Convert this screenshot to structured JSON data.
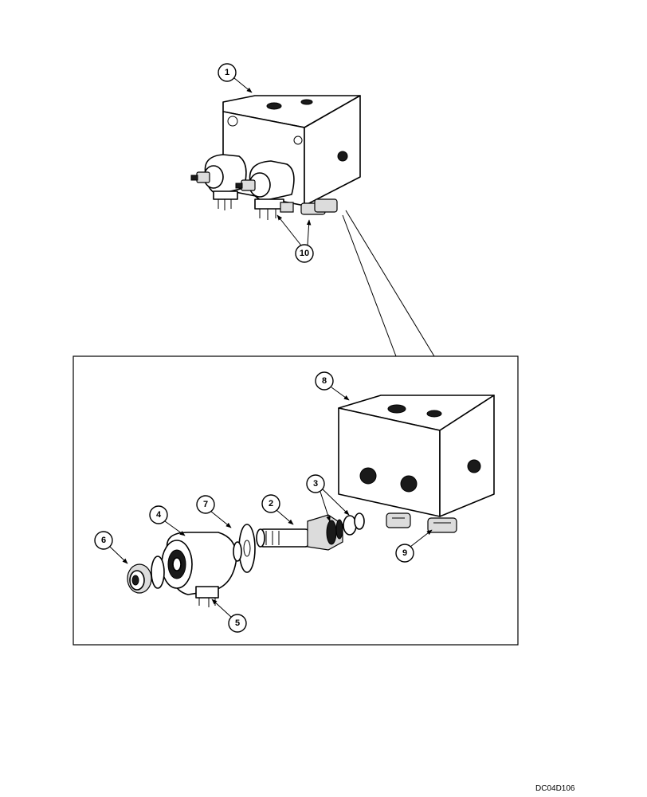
{
  "callouts": {
    "c1": "1",
    "c2": "2",
    "c3": "3",
    "c4": "4",
    "c5": "5",
    "c6": "6",
    "c7": "7",
    "c8": "8",
    "c9": "9",
    "c10": "10"
  },
  "drawing_code": "DC04D106"
}
